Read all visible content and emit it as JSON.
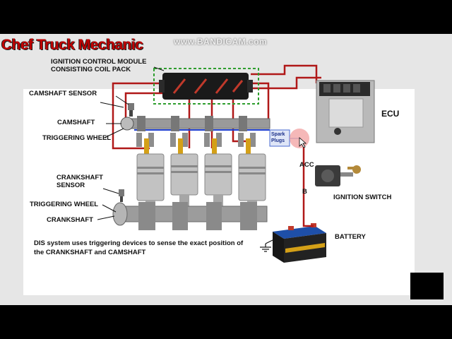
{
  "overlay": {
    "channel_name": "Chef Truck Mechanic",
    "watermark": "www.BANDICAM.com"
  },
  "labels": {
    "ignition_module_line1": "IGNITION CONTROL MODULE",
    "ignition_module_line2": "CONSISTING COIL PACK",
    "camshaft_sensor": "CAMSHAFT SENSOR",
    "camshaft": "CAMSHAFT",
    "triggering_wheel_top": "TRIGGERING WHEEL",
    "crankshaft_sensor_line1": "CRANKSHAFT",
    "crankshaft_sensor_line2": "SENSOR",
    "triggering_wheel_bottom": "TRIGGERING WHEEL",
    "crankshaft": "CRANKSHAFT",
    "ecu": "ECU",
    "acc": "ACC",
    "b": "B",
    "ignition_switch": "IGNITION SWITCH",
    "battery": "BATTERY",
    "spark_plugs_line1": "Spark",
    "spark_plugs_line2": "Plugs"
  },
  "caption": {
    "line1": "DIS system uses triggering devices to sense the exact position of",
    "line2": "the CRANKSHAFT and CAMSHAFT"
  },
  "colors": {
    "wire_red": "#b01818",
    "wire_blue": "#1f3fd0",
    "coil_pack": "#1a1a1a",
    "dashed_box": "#2e9e2e",
    "channel_text": "#c00000"
  }
}
